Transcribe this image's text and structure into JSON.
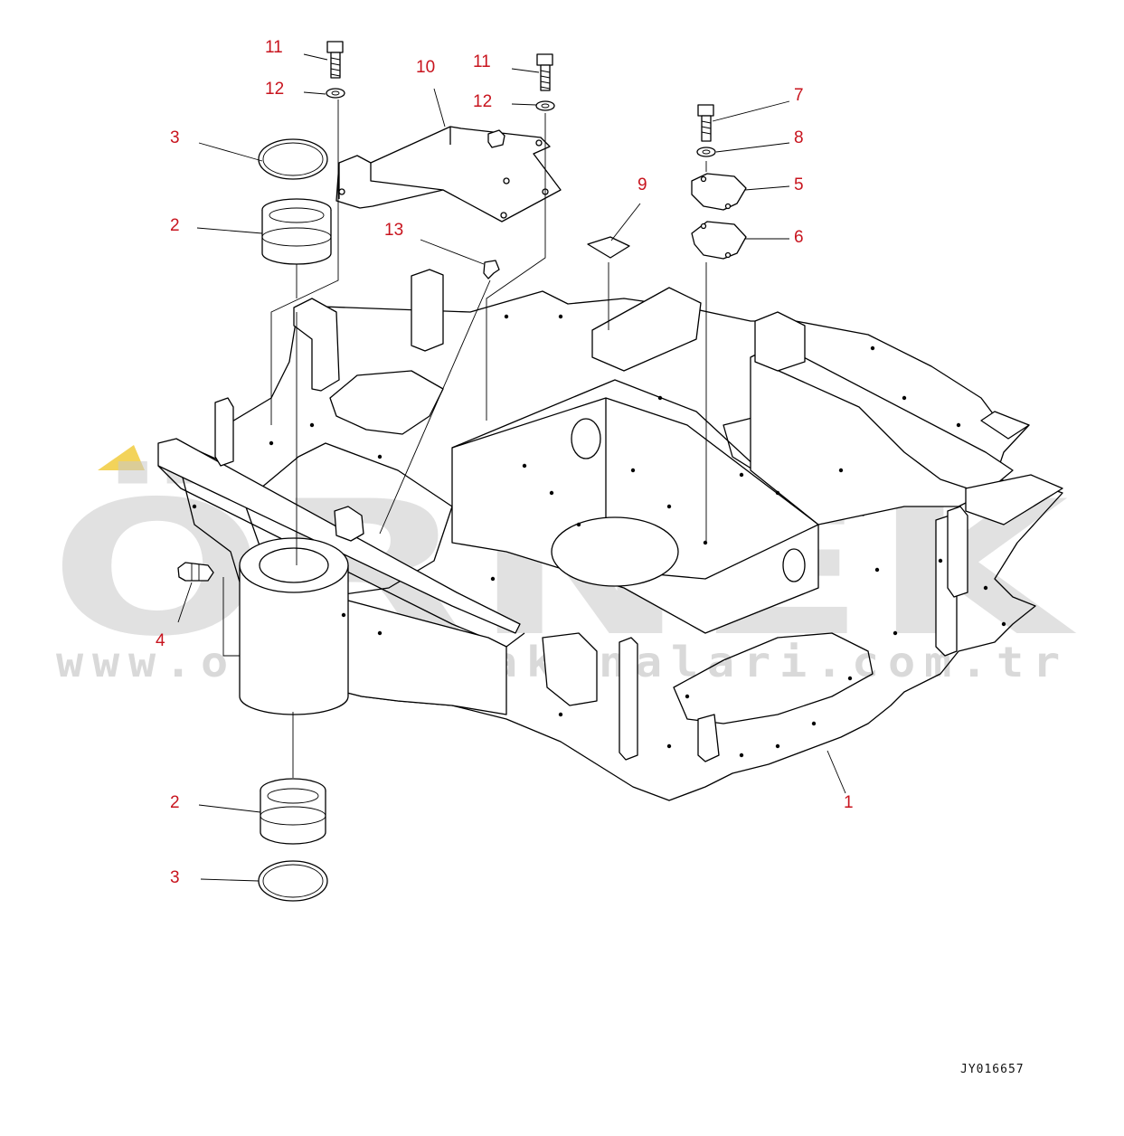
{
  "drawing_number": "JY016657",
  "watermark": {
    "brand": "ÖRNEK",
    "url": "www.ornekismakinalari.com.tr",
    "accent_color": "#f3d35a",
    "text_color": "#c9c9c9"
  },
  "callouts": [
    {
      "id": "callout-1",
      "label": "1"
    },
    {
      "id": "callout-2-top",
      "label": "2"
    },
    {
      "id": "callout-2-bottom",
      "label": "2"
    },
    {
      "id": "callout-3-top",
      "label": "3"
    },
    {
      "id": "callout-3-bottom",
      "label": "3"
    },
    {
      "id": "callout-4",
      "label": "4"
    },
    {
      "id": "callout-5",
      "label": "5"
    },
    {
      "id": "callout-6",
      "label": "6"
    },
    {
      "id": "callout-7",
      "label": "7"
    },
    {
      "id": "callout-8",
      "label": "8"
    },
    {
      "id": "callout-9",
      "label": "9"
    },
    {
      "id": "callout-10",
      "label": "10"
    },
    {
      "id": "callout-11-left",
      "label": "11"
    },
    {
      "id": "callout-11-right",
      "label": "11"
    },
    {
      "id": "callout-12-left",
      "label": "12"
    },
    {
      "id": "callout-12-right",
      "label": "12"
    },
    {
      "id": "callout-13",
      "label": "13"
    }
  ],
  "colors": {
    "callout": "#c8141e",
    "line": "#000000",
    "background": "#ffffff"
  }
}
